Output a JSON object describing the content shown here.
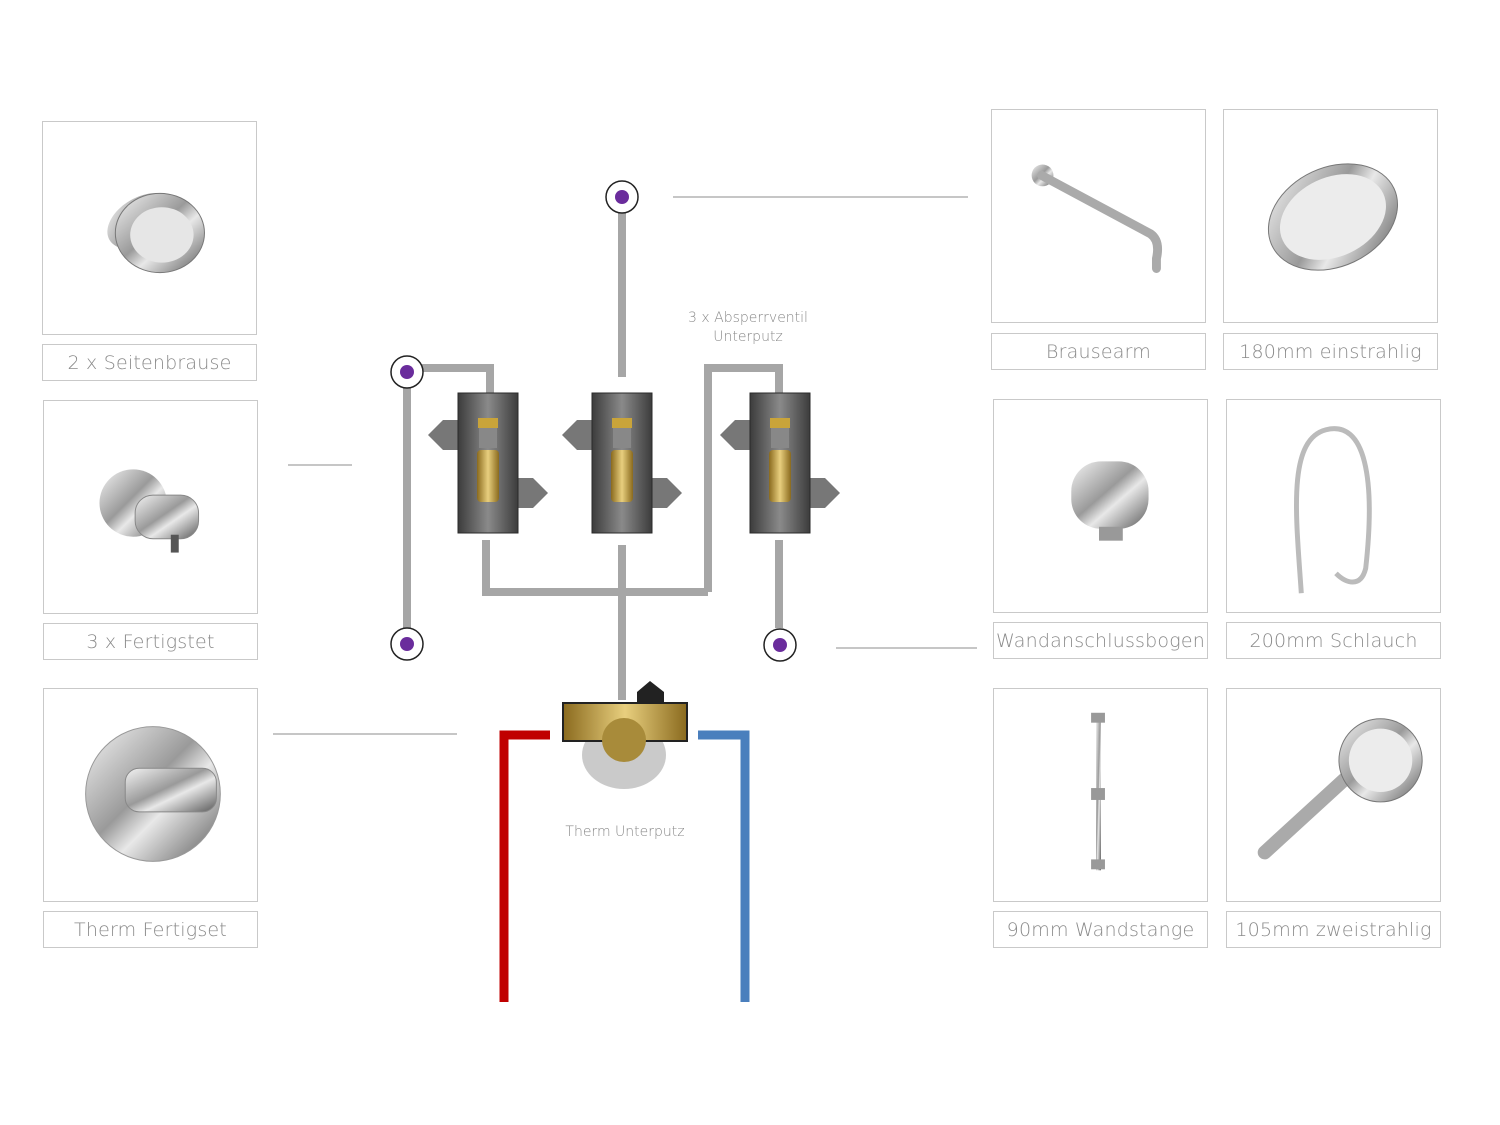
{
  "products": [
    {
      "id": "seitenbrause",
      "label": "2 x Seitenbrause",
      "icon": "side-shower-head-icon"
    },
    {
      "id": "fertigset",
      "label": "3 x Fertigstet",
      "icon": "stop-valve-handle-icon"
    },
    {
      "id": "therm-fertigset",
      "label": "Therm Fertigset",
      "icon": "thermostat-trim-icon"
    },
    {
      "id": "brausearm",
      "label": "Brausearm",
      "icon": "shower-arm-icon"
    },
    {
      "id": "kopfbrause",
      "label": "180mm einstrahlig",
      "icon": "rain-shower-head-icon"
    },
    {
      "id": "wandanschluss",
      "label": "Wandanschlussbogen",
      "icon": "wall-outlet-elbow-icon"
    },
    {
      "id": "schlauch",
      "label": "200mm Schlauch",
      "icon": "shower-hose-icon"
    },
    {
      "id": "wandstange",
      "label": "90mm Wandstange",
      "icon": "slide-rail-icon"
    },
    {
      "id": "handbrause",
      "label": "105mm zweistrahlig",
      "icon": "hand-shower-icon"
    }
  ],
  "diagram": {
    "valves_caption_line1": "3 x Absperrventil",
    "valves_caption_line2": "Unterputz",
    "thermostat_caption": "Therm Unterputz"
  },
  "colors": {
    "pipe": "#a6a6a6",
    "hot": "#c00000",
    "cold": "#4a7fbd",
    "outlet": "#6a2c9c"
  }
}
